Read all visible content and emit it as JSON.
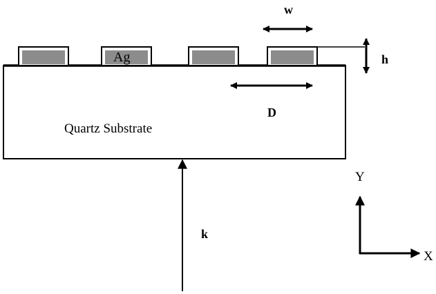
{
  "labels": {
    "ag": "Ag",
    "w": "w",
    "h": "h",
    "d": "D",
    "substrate": "Quartz Substrate",
    "k": "k",
    "y_axis": "Y",
    "x_axis": "X"
  },
  "colors": {
    "stroke": "#000000",
    "background": "#ffffff",
    "grating_fill": "#8c8c8c"
  },
  "grating": {
    "count": 4
  }
}
